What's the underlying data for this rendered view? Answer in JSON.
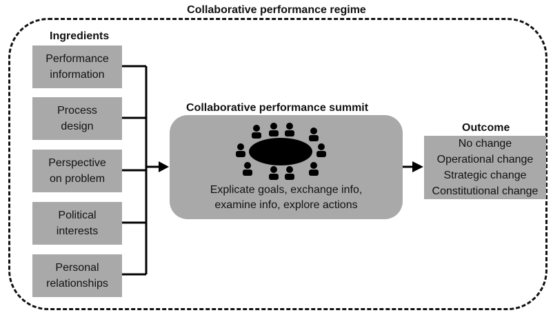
{
  "regime": {
    "title": "Collaborative performance regime"
  },
  "ingredients": {
    "title": "Ingredients",
    "items": [
      {
        "line1": "Performance",
        "line2": "information"
      },
      {
        "line1": "Process",
        "line2": "design"
      },
      {
        "line1": "Perspective",
        "line2": "on problem"
      },
      {
        "line1": "Political",
        "line2": "interests"
      },
      {
        "line1": "Personal",
        "line2": "relationships"
      }
    ]
  },
  "summit": {
    "title": "Collaborative performance summit",
    "line1": "Explicate goals, exchange info,",
    "line2": "examine info, explore actions",
    "icon": "meeting-table-icon"
  },
  "outcome": {
    "title": "Outcome",
    "items": [
      "No change",
      "Operational change",
      "Strategic change",
      "Constitutional change"
    ]
  }
}
